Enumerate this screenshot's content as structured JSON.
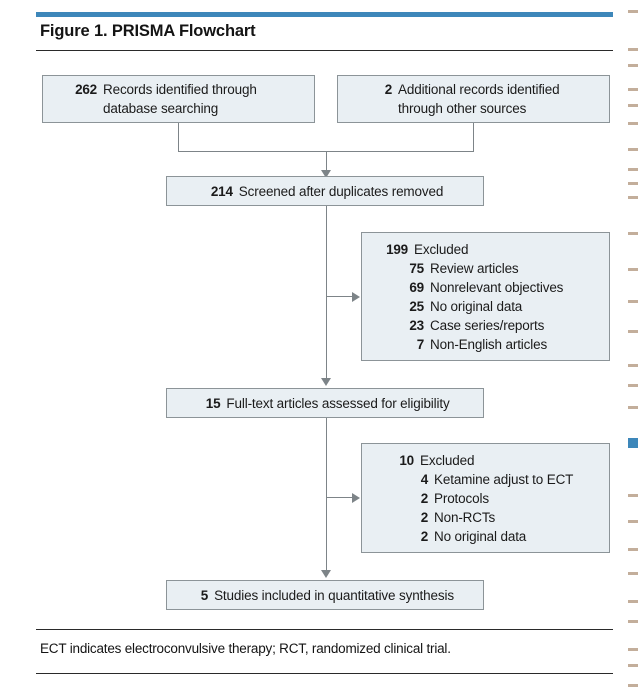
{
  "figure": {
    "title": "Figure 1. PRISMA Flowchart",
    "footnote": "ECT indicates electroconvulsive therapy; RCT, randomized clinical trial.",
    "accent_color": "#3d87ba",
    "box_fill": "#e9eff3",
    "box_border": "#8c9498",
    "connector_color": "#7d8488"
  },
  "chart_data": {
    "type": "diagram",
    "title": "Figure 1. PRISMA Flowchart",
    "nodes": [
      {
        "id": "identified-database",
        "count": "262",
        "label_line1": "Records identified through",
        "label_line2": "database searching"
      },
      {
        "id": "identified-other",
        "count": "2",
        "label_line1": "Additional records identified",
        "label_line2": "through other sources"
      },
      {
        "id": "screened",
        "count": "214",
        "label_line1": "Screened after duplicates removed"
      },
      {
        "id": "excluded-screening",
        "count": "199",
        "label_line1": "Excluded",
        "items": [
          {
            "count": "75",
            "label": "Review articles"
          },
          {
            "count": "69",
            "label": "Nonrelevant objectives"
          },
          {
            "count": "25",
            "label": "No original data"
          },
          {
            "count": "23",
            "label": "Case series/reports"
          },
          {
            "count": "7",
            "label": "Non-English articles"
          }
        ]
      },
      {
        "id": "fulltext-assessed",
        "count": "15",
        "label_line1": "Full-text articles assessed for eligibility"
      },
      {
        "id": "excluded-fulltext",
        "count": "10",
        "label_line1": "Excluded",
        "items": [
          {
            "count": "4",
            "label": "Ketamine adjust to ECT"
          },
          {
            "count": "2",
            "label": "Protocols"
          },
          {
            "count": "2",
            "label": "Non-RCTs"
          },
          {
            "count": "2",
            "label": "No original data"
          }
        ]
      },
      {
        "id": "included-synthesis",
        "count": "5",
        "label_line1": "Studies included in quantitative synthesis"
      }
    ],
    "edges": [
      {
        "from": "identified-database",
        "to": "screened"
      },
      {
        "from": "identified-other",
        "to": "screened"
      },
      {
        "from": "screened",
        "to": "fulltext-assessed"
      },
      {
        "from": "screened",
        "to": "excluded-screening"
      },
      {
        "from": "fulltext-assessed",
        "to": "included-synthesis"
      },
      {
        "from": "fulltext-assessed",
        "to": "excluded-fulltext"
      }
    ]
  }
}
